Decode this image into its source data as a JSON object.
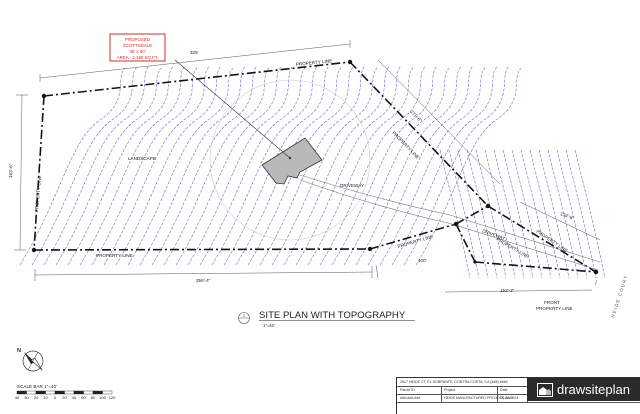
{
  "drawing": {
    "title": "SITE PLAN WITH TOPOGRAPHY",
    "scale": "1\"=40'",
    "view_number": "1"
  },
  "callout": {
    "line1": "PROPOSED",
    "line2": "SCOTTSDALE",
    "line3": "36' x 60'",
    "line4": "AREA - 2,160 SQ.FT."
  },
  "labels": {
    "property_line_top": "PROPERTY LINE",
    "property_line_left": "PROPERTY LINE",
    "property_line_bottom": "PROPERTY LINE",
    "property_line_right": "PROPERTY LINE",
    "property_line_bottom_right": "PROPERTY LINE",
    "property_line_lower": "PROPERTY LINE",
    "property_line_far_right": "PROPERTY LINE",
    "landscape": "LANDSCAPE",
    "driveway": "DRIVEWAY",
    "driveway_2": "DRIVEWAY",
    "front_property_line_1": "FRONT",
    "front_property_line_2": "PROPERTY LINE",
    "street": "HEIDE COURT"
  },
  "dimensions": {
    "top": "325'",
    "left": "163'-6\"",
    "bottom": "356'-4\"",
    "right_upper": "271'-6\"",
    "right_lower": "134'-8\"",
    "bottom_right": "152'-2\"",
    "mid": "100'"
  },
  "scale_bar": {
    "label": "SCALE BAR   1\"=40'",
    "ticks": [
      "40",
      "30",
      "20",
      "10",
      "0",
      "20",
      "40",
      "60",
      "80",
      "100",
      "120"
    ]
  },
  "north": "N",
  "title_block": {
    "address_line": "2617 HEIDE CT, EL SOBRANTE, CONTRA COSTA, CA (###) ####",
    "row2_left": "Parcel ID",
    "row3_left": "###-###-###",
    "row3_mid": "HEIDE MANUFACTURED PROJECT, ANO",
    "row2_mid": "Project",
    "row2_right": "Date",
    "row3_right": "09-20-2024",
    "brand": "drawsiteplan"
  },
  "colors": {
    "contour": "#5a5ad6",
    "property_line": "#111111",
    "callout_border": "#d42a2a",
    "callout_text": "#d42a2a",
    "house_fill": "#b9b9b9",
    "brand_bg": "#2b2b2b"
  }
}
